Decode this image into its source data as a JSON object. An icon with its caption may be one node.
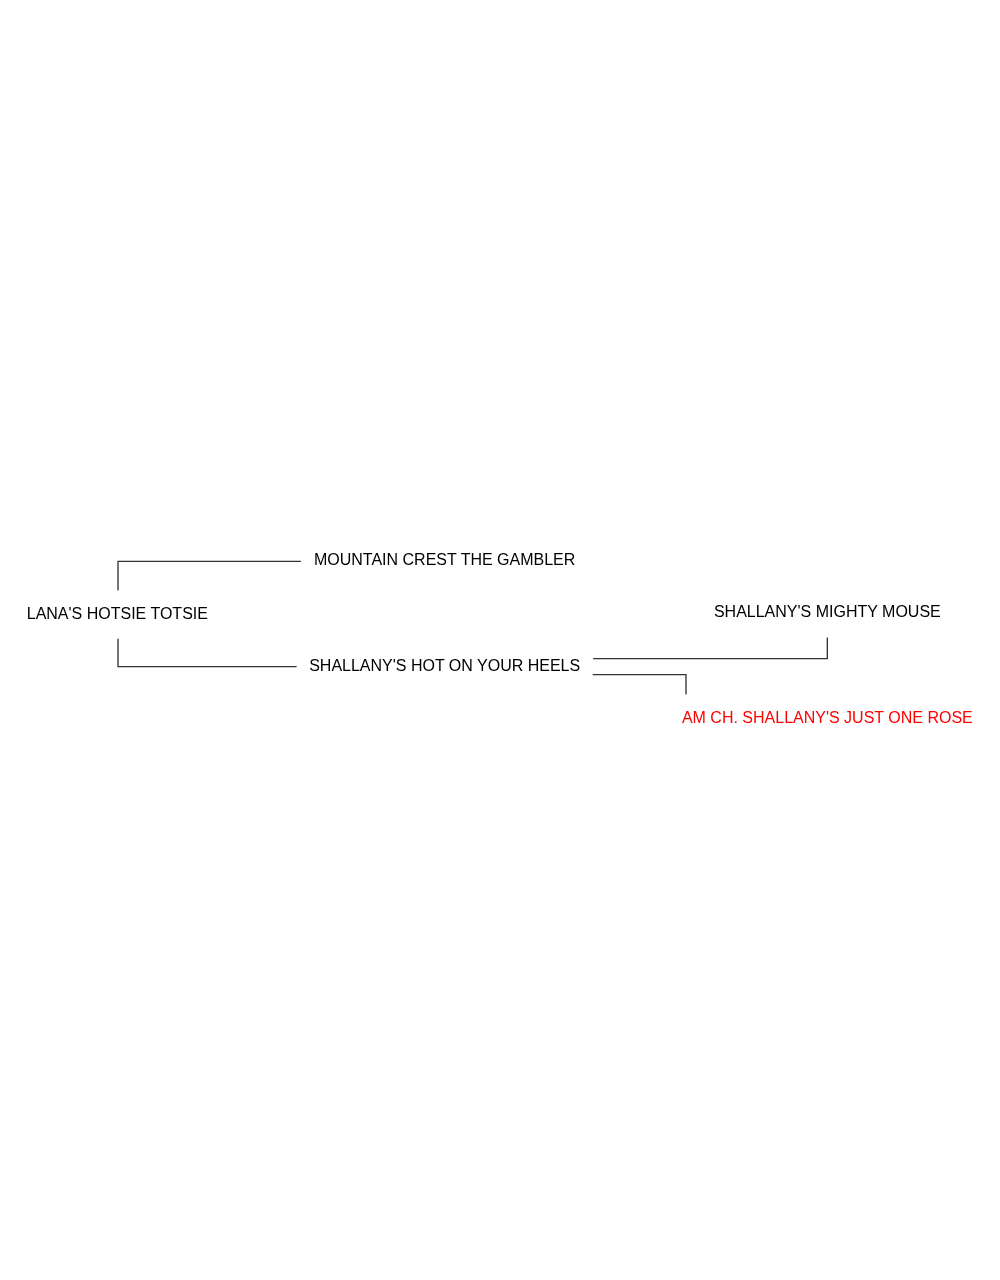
{
  "diagram": {
    "nodes": [
      {
        "text": [
          "LANA'S HOTSIE TOTSIE"
        ]
      },
      {
        "text": [
          "MOUNTAIN CREST THE GAMBLER"
        ]
      },
      {
        "text": [
          "SHALLANY'S HOT ON YOUR HEELS"
        ]
      },
      {
        "text": [
          "SHALLANY'S MIGHTY MOUSE"
        ]
      },
      {
        "text": [
          "AM CH. SHALLANY'S JUST ONE ROSE"
        ]
      }
    ],
    "edges": [
      {
        "from": 0,
        "to": 1,
        "arrow": "none"
      },
      {
        "from": 0,
        "to": 2,
        "arrow": "none"
      },
      {
        "from": 2,
        "to": 3,
        "arrow": "none"
      },
      {
        "from": 2,
        "to": 4,
        "arrow": "none"
      }
    ]
  }
}
